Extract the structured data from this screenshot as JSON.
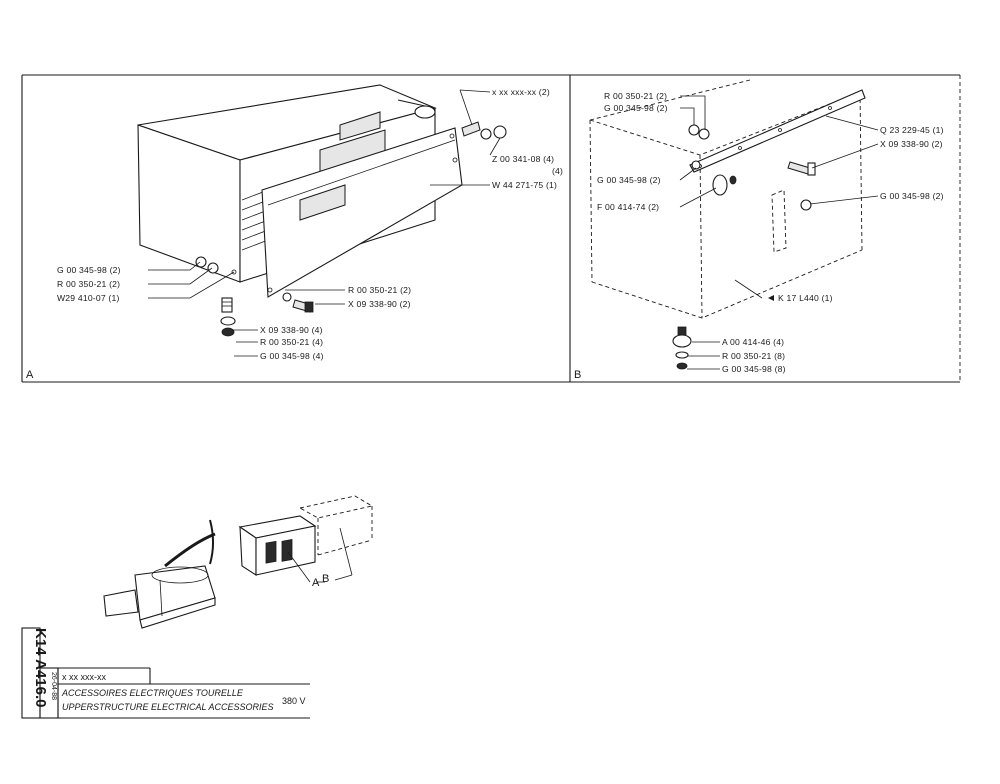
{
  "panel_a": {
    "letter": "A",
    "labels": [
      "x xx xxx-xx (2)",
      "Z 00 341-08 (4)",
      "(4)",
      "W 44 271-75 (1)",
      "G 00 345-98 (2)",
      "R 00 350-21 (2)",
      "W29 410-07 (1)",
      "R 00 350-21 (2)",
      "X 09 338-90 (2)",
      "X 09 338-90 (4)",
      "R 00 350-21 (4)",
      "G 00 345-98 (4)"
    ]
  },
  "panel_b": {
    "letter": "B",
    "labels": [
      "R 00 350-21 (2)",
      "G 00 345-98 (2)",
      "Q 23 229-45 (1)",
      "X 09 338-90 (2)",
      "G 00 345-98 (2)",
      "F 00 414-74 (2)",
      "G 00 345-98 (2)",
      "K 17 L440 (1)",
      "A 00 414-46 (4)",
      "R 00 350-21 (8)",
      "G 00 345-98 (8)"
    ]
  },
  "overview": {
    "label_a": "A",
    "label_b": "B"
  },
  "title_block": {
    "code": "K14 A416.0",
    "date": "26-04-88",
    "ref": "x xx xxx-xx",
    "title_fr": "ACCESSOIRES ELECTRIQUES TOURELLE",
    "title_en": "UPPERSTRUCTURE ELECTRICAL ACCESSORIES",
    "voltage": "380 V"
  }
}
